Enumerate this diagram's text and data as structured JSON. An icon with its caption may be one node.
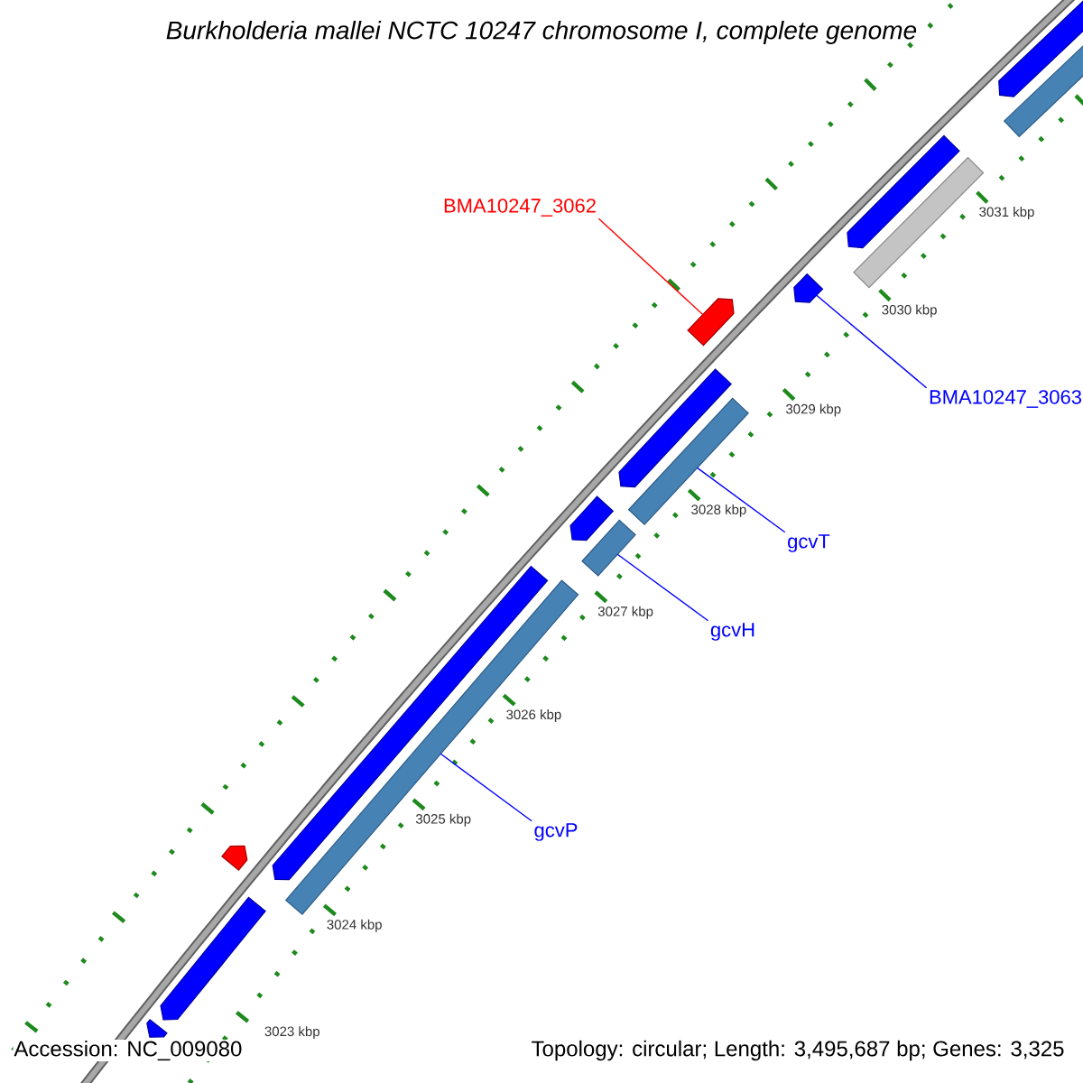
{
  "diagram": {
    "title": "Burkholderia mallei NCTC 10247 chromosome I, complete genome",
    "nodes": [
      {
        "text": [
          "BMA10247_3062"
        ]
      },
      {
        "text": [],
        "shape": "bar"
      },
      {
        "text": [],
        "shape": "bar"
      },
      {
        "text": [
          "BMA10247_3063"
        ]
      },
      {
        "text": [],
        "shape": "bar"
      },
      {
        "text": [
          "gcvT"
        ]
      },
      {
        "text": [],
        "shape": "bar"
      },
      {
        "text": [
          "gcvH"
        ]
      },
      {
        "text": [],
        "shape": "bar"
      },
      {
        "text": [
          "gcvP"
        ]
      },
      {
        "text": [],
        "shape": "bar"
      },
      {
        "text": [],
        "shape": "bar"
      },
      {
        "text": [],
        "shape": "bar"
      },
      {
        "text": [],
        "shape": "bar"
      },
      {
        "text": [],
        "shape": "bar"
      },
      {
        "text": [],
        "shape": "bar"
      },
      {
        "text": [],
        "shape": "bar"
      },
      {
        "text": [],
        "shape": "bar"
      },
      {
        "text": [],
        "shape": "bar"
      },
      {
        "text": [],
        "shape": "bar"
      }
    ],
    "edges": [
      {
        "from": 0,
        "to": 1,
        "arrow": "none",
        "color": "#ff0000"
      },
      {
        "from": 3,
        "to": 2,
        "arrow": "none"
      },
      {
        "from": 5,
        "to": 4,
        "arrow": "none"
      },
      {
        "from": 7,
        "to": 6,
        "arrow": "none"
      },
      {
        "from": 9,
        "to": 8,
        "arrow": "none"
      }
    ],
    "labels": [
      "3031 kbp",
      "3030 kbp",
      "3029 kbp",
      "3028 kbp",
      "3027 kbp",
      "3026 kbp",
      "3025 kbp",
      "3024 kbp",
      "3023 kbp",
      "Accession: NC_009080",
      "Topology: circular; Length: 3,495,687 bp; Genes: 3,325"
    ]
  }
}
